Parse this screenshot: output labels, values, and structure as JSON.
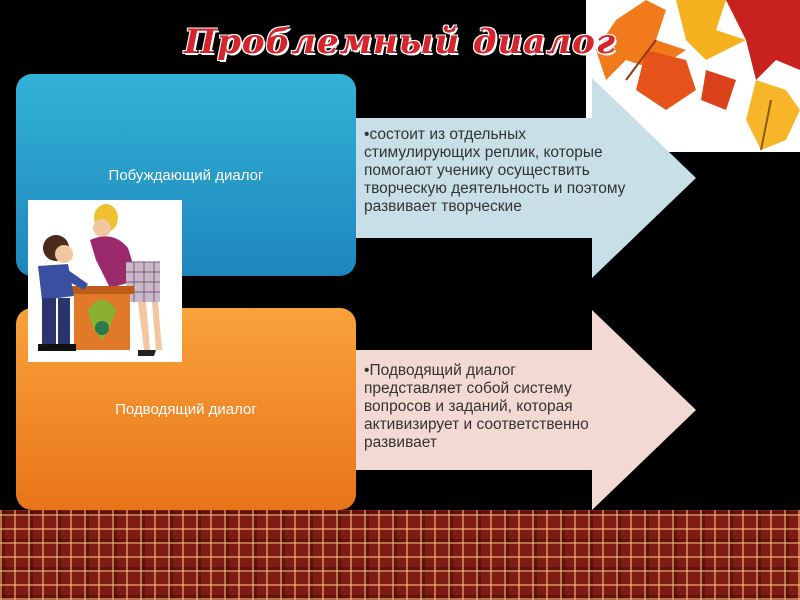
{
  "slide": {
    "title": "Проблемный  диалог",
    "items": [
      {
        "label": "Побуждающий диалог",
        "bullet": "•",
        "description": "состоит из отдельных стимулирующих реплик, которые помогают ученику осуществить творческую деятельность и поэтому развивает творческие"
      },
      {
        "label": "Подводящий диалог",
        "bullet": "•",
        "description": "Подводящий диалог представляет собой систему вопросов и заданий, которая активизирует и соответственно развивает"
      }
    ]
  },
  "colors": {
    "title": "#d4242c",
    "box_blue": "#1e86bd",
    "box_orange": "#e8741a",
    "arrow_blue": "#c8dfe7",
    "arrow_pink": "#f3d9d3",
    "tartan": "#7e1b14"
  },
  "images": {
    "decor": "autumn-leaves",
    "illustration": "teacher-and-student-cartoon"
  }
}
